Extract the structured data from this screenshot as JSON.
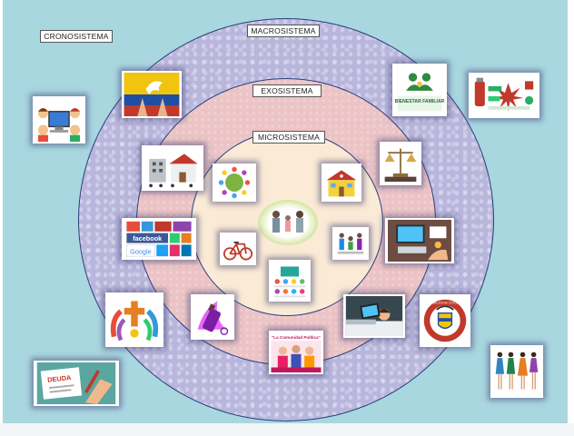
{
  "diagram": {
    "labels": {
      "cronosistema": "CRONOSISTEMA",
      "macrosistema": "MACROSISTEMA",
      "exosistema": "EXOSISTEMA",
      "microsistema": "MICROSISTEMA"
    },
    "tile_texts": {
      "bienestar": "BIENESTAR FAMILIAR",
      "comunidad": "\"La Comunidad Política\"",
      "republica": "REPÚBLICA DE COLOMBIA",
      "deuda": "DEUDA",
      "facebook": "facebook",
      "google": "Google"
    },
    "colors": {
      "background": "#a9d7e0",
      "macrosistema": "#b8b6dc",
      "exosistema": "#ecc4c6",
      "microsistema": "#fbebd6",
      "outline": "#2b3f7a"
    }
  }
}
